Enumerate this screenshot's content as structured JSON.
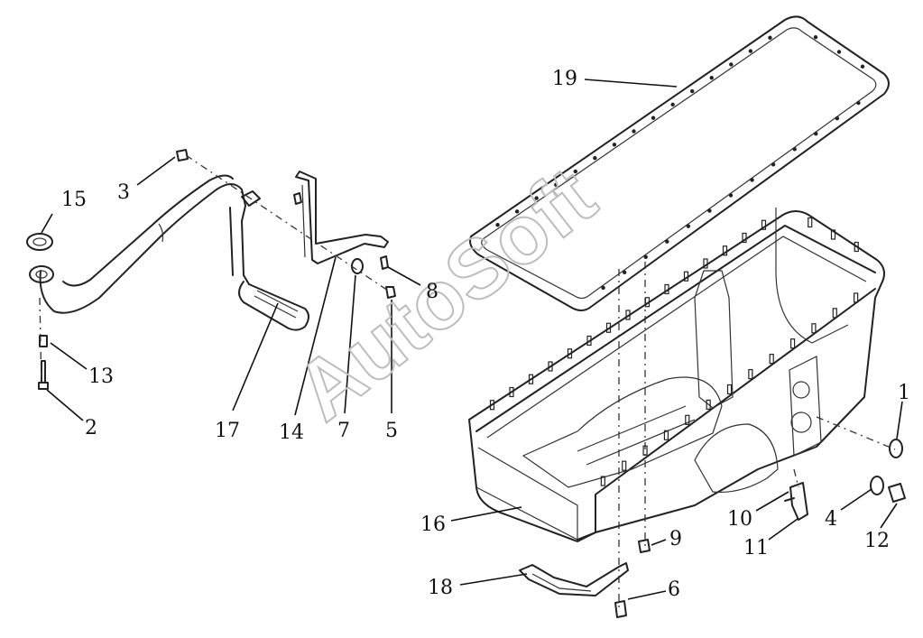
{
  "watermark": "AutoSoft",
  "parts": [
    {
      "num": "1"
    },
    {
      "num": "2"
    },
    {
      "num": "3"
    },
    {
      "num": "4"
    },
    {
      "num": "5"
    },
    {
      "num": "6"
    },
    {
      "num": "7"
    },
    {
      "num": "8"
    },
    {
      "num": "9"
    },
    {
      "num": "10"
    },
    {
      "num": "11"
    },
    {
      "num": "12"
    },
    {
      "num": "13"
    },
    {
      "num": "14"
    },
    {
      "num": "15"
    },
    {
      "num": "16"
    },
    {
      "num": "17"
    },
    {
      "num": "18"
    },
    {
      "num": "19"
    }
  ]
}
